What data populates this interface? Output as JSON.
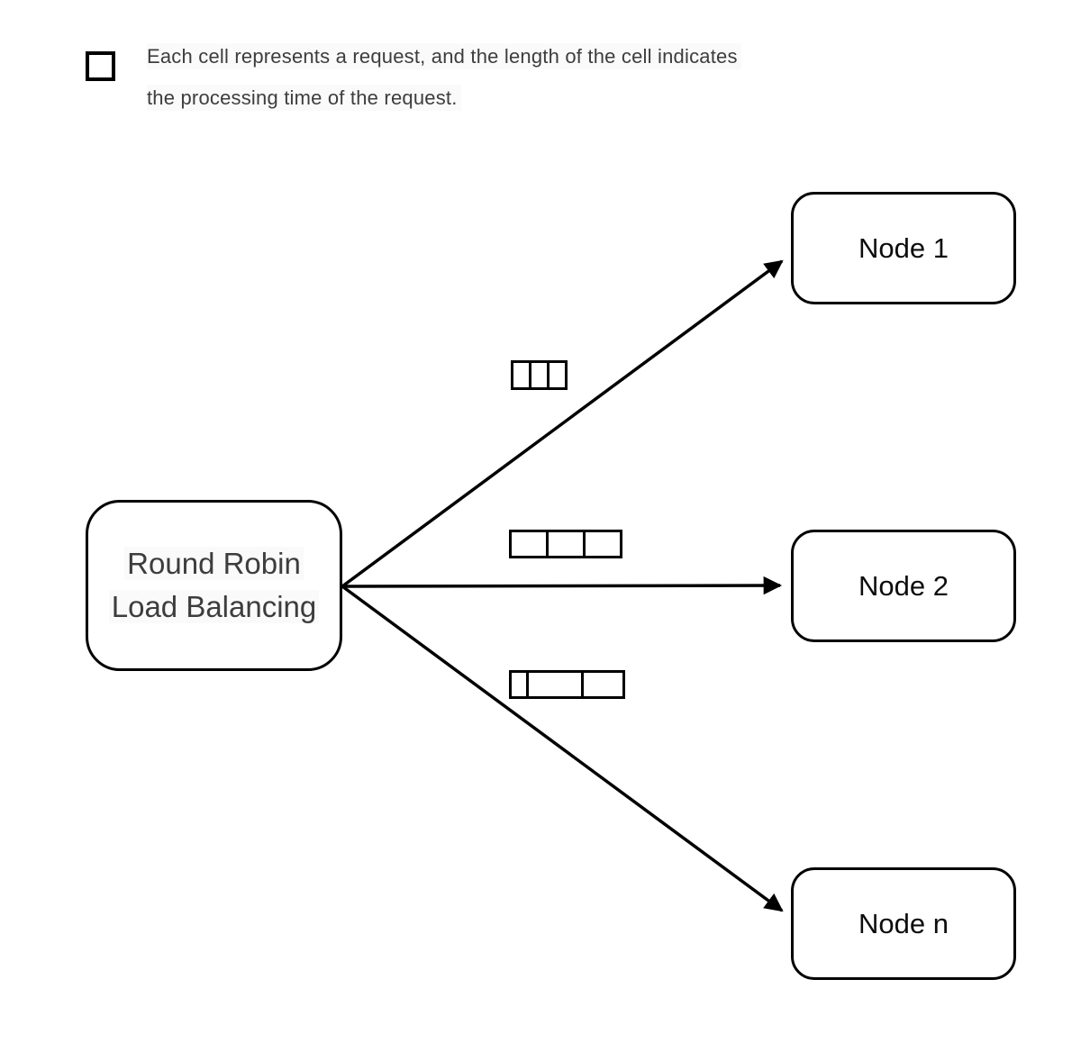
{
  "colors": {
    "background": "#ffffff",
    "stroke": "#000000",
    "text_gray": "#3d3d3d",
    "text_dark": "#0d0d0d"
  },
  "legend": {
    "icon": "cell-square-icon",
    "line1": "Each cell represents a request, and the length of the cell indicates",
    "line2": "the processing time of the request."
  },
  "balancer": {
    "label_line1": "Round Robin",
    "label_line2": "Load Balancing"
  },
  "nodes": [
    {
      "label": "Node 1"
    },
    {
      "label": "Node 2"
    },
    {
      "label": "Node n"
    }
  ],
  "request_strips": [
    {
      "target": "Node 1",
      "cell_widths": [
        17,
        17,
        17
      ]
    },
    {
      "target": "Node 2",
      "cell_widths": [
        38,
        38,
        38
      ]
    },
    {
      "target": "Node n",
      "cell_widths": [
        16,
        58,
        43
      ]
    }
  ],
  "arrows": [
    {
      "from": "balancer",
      "to": "Node 1"
    },
    {
      "from": "balancer",
      "to": "Node 2"
    },
    {
      "from": "balancer",
      "to": "Node n"
    }
  ]
}
